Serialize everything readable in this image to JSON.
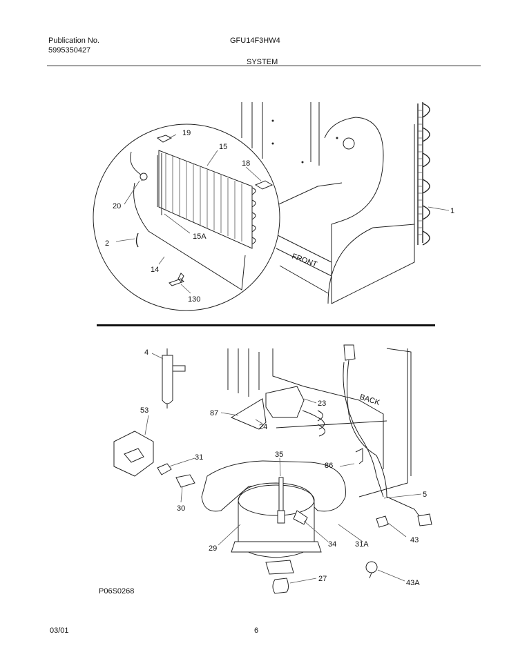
{
  "header": {
    "publication_label": "Publication No.",
    "publication_number": "5995350427",
    "model": "GFU14F3HW4",
    "section": "SYSTEM"
  },
  "footer": {
    "date": "03/01",
    "page": "6",
    "drawing_id": "P06S0268"
  },
  "callouts": {
    "c1": "1",
    "c2": "2",
    "c14": "14",
    "c15": "15",
    "c15a": "15A",
    "c18": "18",
    "c19": "19",
    "c20": "20",
    "c130": "130",
    "c4": "4",
    "c5": "5",
    "c23": "23",
    "c24": "24",
    "c27": "27",
    "c29": "29",
    "c30": "30",
    "c31": "31",
    "c31a": "31A",
    "c34": "34",
    "c35": "35",
    "c43": "43",
    "c43a": "43A",
    "c53": "53",
    "c86": "86",
    "c87": "87"
  },
  "diagram_text": {
    "front": "FRONT",
    "back": "BACK"
  }
}
